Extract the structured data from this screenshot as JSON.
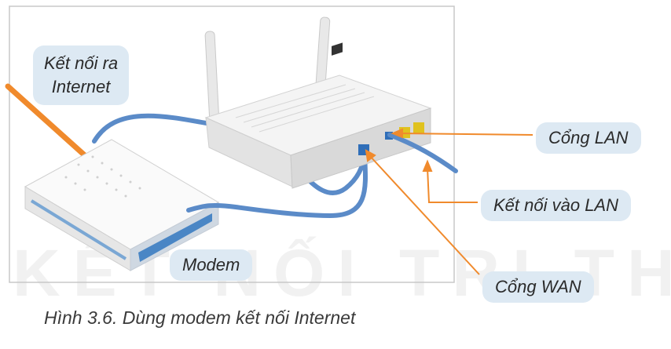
{
  "labels": {
    "internet_connection": [
      "Kết nối ra",
      "Internet"
    ],
    "lan_port": "Cổng LAN",
    "lan_connection": "Kết nối vào LAN",
    "wan_port": "Cổng WAN",
    "modem": "Modem"
  },
  "caption": "Hình 3.6. Dùng modem kết nối Internet",
  "watermark": "KẾT NỐI TRI THỨC",
  "colors": {
    "internet_cable": "#f08a2c",
    "lan_cable": "#4a7fc1",
    "label_background": "#dde9f3",
    "leader_line": "#f08a2c"
  }
}
